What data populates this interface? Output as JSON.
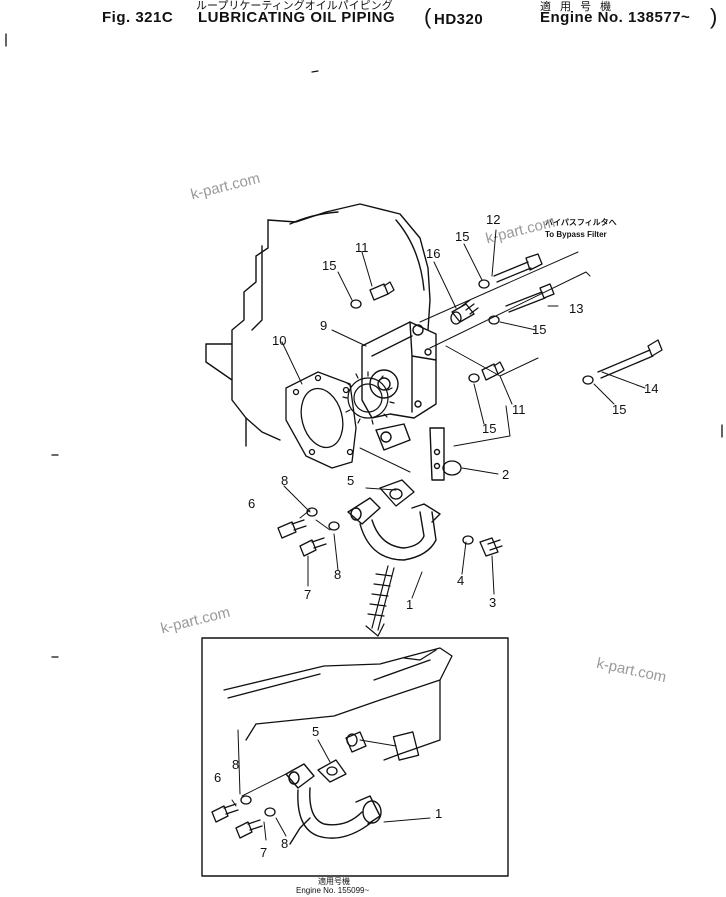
{
  "header": {
    "jp_title": "ループリケーティングオイルパイピング",
    "fig_label": "Fig. 321C",
    "title": "LUBRICATING OIL PIPING",
    "model": "HD320",
    "jp_engine_label": "適 用 号 機",
    "engine_label": "Engine No. 138577~"
  },
  "note": {
    "jp": "バイパスフィルタへ",
    "en": "To Bypass Filter"
  },
  "inset_footer": {
    "jp": "適用号機",
    "en": "Engine No. 155099~"
  },
  "watermarks": [
    "k-part.com",
    "k-part.com",
    "k-part.com",
    "k-part.com"
  ],
  "callouts": {
    "c1": "1",
    "c2": "2",
    "c3": "3",
    "c4": "4",
    "c5": "5",
    "c6": "6",
    "c7": "7",
    "c8a": "8",
    "c8b": "8",
    "c9": "9",
    "c10": "10",
    "c11a": "11",
    "c11b": "11",
    "c12": "12",
    "c13": "13",
    "c14": "14",
    "c15a": "15",
    "c15b": "15",
    "c15c": "15",
    "c15d": "15",
    "c15e": "15",
    "c16": "16",
    "i1": "1",
    "i5": "5",
    "i6": "6",
    "i7": "7",
    "i8a": "8",
    "i8b": "8"
  }
}
